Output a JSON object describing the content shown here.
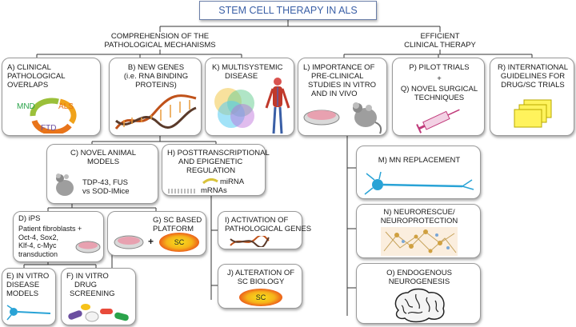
{
  "title": "STEM CELL THERAPY IN ALS",
  "branches": {
    "left": [
      "COMPREHENSION OF THE",
      "PATHOLOGICAL MECHANISMS"
    ],
    "right": [
      "EFFICIENT",
      "CLINICAL THERAPY"
    ]
  },
  "boxes": {
    "a": {
      "lines": [
        "A) CLINICAL",
        "PATHOLOGICAL",
        "OVERLAPS"
      ],
      "mnd": "MND",
      "als": "ALS",
      "ftd": "FTD"
    },
    "b": {
      "lines": [
        "B) NEW GENES",
        "(i.e. RNA BINDING",
        "PROTEINS)"
      ]
    },
    "k": {
      "lines": [
        "K) MULTISYSTEMIC",
        "DISEASE"
      ]
    },
    "l": {
      "lines": [
        "L) IMPORTANCE OF",
        "PRE-CLINICAL",
        "STUDIES IN VITRO",
        "AND IN VIVO"
      ]
    },
    "pq": {
      "p": "P) PILOT TRIALS",
      "plus": "+",
      "q1": "Q) NOVEL SURGICAL",
      "q2": "TECHNIQUES"
    },
    "r": {
      "lines": [
        "R) INTERNATIONAL",
        "GUIDELINES FOR",
        "DRUG/SC TRIALS"
      ]
    },
    "c": {
      "lines": [
        "C) NOVEL ANIMAL",
        "MODELS"
      ],
      "models": [
        "TDP-43, FUS",
        "vs SOD-IMice"
      ]
    },
    "h": {
      "lines": [
        "H) POSTTRANSCRIPTIONAL",
        "AND EPIGENETIC",
        "REGULATION"
      ],
      "mirna": "miRNA",
      "mrnas": "mRNAs"
    },
    "d": {
      "title": "D) iPS",
      "lines": [
        "Patient fibroblasts +",
        "Oct-4, Sox2,",
        "Klf-4, c-Myc",
        "transduction"
      ]
    },
    "g": {
      "lines": [
        "G) SC BASED",
        "PLATFORM"
      ],
      "plus": "+",
      "sc": "SC"
    },
    "i": {
      "lines": [
        "I) ACTIVATION OF",
        "PATHOLOGICAL GENES"
      ]
    },
    "j": {
      "lines": [
        "J) ALTERATION OF",
        "SC BIOLOGY"
      ],
      "sc": "SC"
    },
    "e": {
      "lines": [
        "E) IN VITRO",
        "DISEASE",
        "MODELS"
      ]
    },
    "f": {
      "lines": [
        "F) IN VITRO",
        "DRUG",
        "SCREENING"
      ]
    },
    "m": {
      "lines": [
        "M) MN REPLACEMENT"
      ]
    },
    "n": {
      "lines": [
        "N) NEURORESCUE/",
        "NEUROPROTECTION"
      ]
    },
    "o": {
      "lines": [
        "O) ENDOGENOUS",
        "NEUROGENESIS"
      ]
    }
  },
  "colors": {
    "title": "#3a5fa6",
    "mnd": "#2aa34a",
    "als": "#e8741a",
    "ftd": "#6b4fa0",
    "sc_core": "#f7e21d",
    "sc_rim": "#d3281a"
  }
}
